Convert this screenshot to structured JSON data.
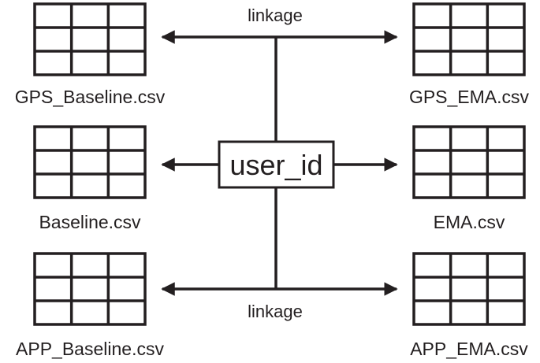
{
  "diagram": {
    "center_node": {
      "label": "user_id"
    },
    "linkage_top": "linkage",
    "linkage_bottom": "linkage",
    "tables": [
      {
        "id": "gps-baseline",
        "label": "GPS_Baseline.csv"
      },
      {
        "id": "baseline",
        "label": "Baseline.csv"
      },
      {
        "id": "app-baseline",
        "label": "APP_Baseline.csv"
      },
      {
        "id": "gps-ema",
        "label": "GPS_EMA.csv"
      },
      {
        "id": "ema",
        "label": "EMA.csv"
      },
      {
        "id": "app-ema",
        "label": "APP_EMA.csv"
      }
    ],
    "colors": {
      "stroke": "#231f20",
      "background": "#ffffff"
    }
  }
}
